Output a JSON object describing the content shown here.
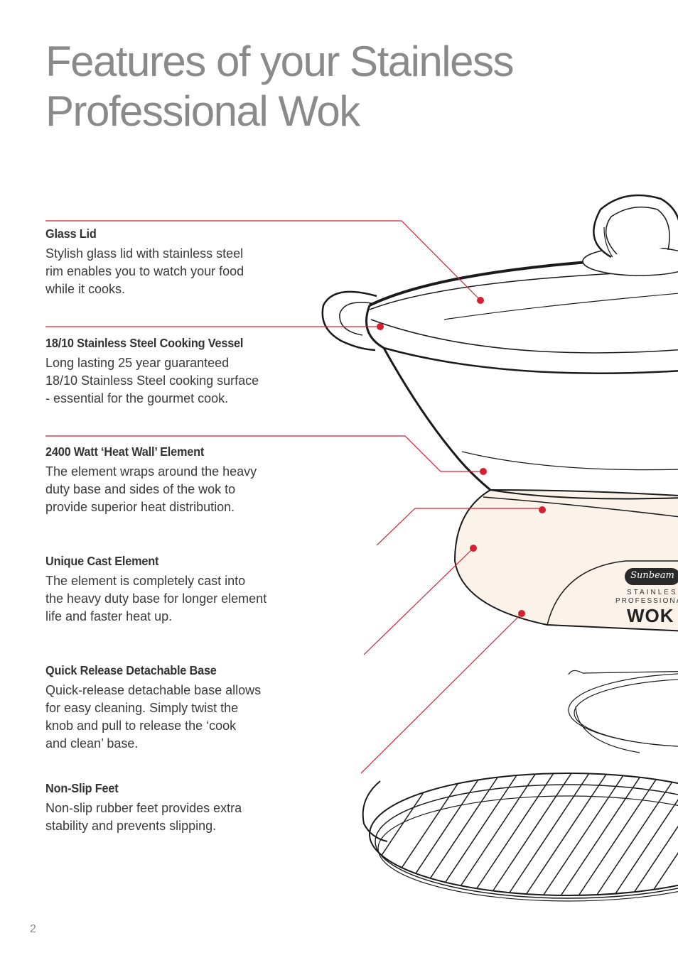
{
  "page": {
    "title": "Features of your Stainless Professional Wok",
    "page_number": "2"
  },
  "features": [
    {
      "heading": "Glass Lid",
      "text": "Stylish glass lid with stainless steel\nrim enables you to watch your food\nwhile it cooks."
    },
    {
      "heading": "18/10 Stainless Steel Cooking Vessel",
      "text": "Long lasting 25 year guaranteed\n18/10 Stainless Steel cooking surface\n- essential for the gourmet cook."
    },
    {
      "heading": "2400 Watt ‘Heat Wall’ Element",
      "text": "The element wraps around the heavy\nduty base and sides of the wok to\nprovide superior heat distribution."
    },
    {
      "heading": "Unique Cast Element",
      "text": "The element is completely cast into\nthe heavy duty base for longer element\nlife and faster heat up."
    },
    {
      "heading": "Quick Release Detachable Base",
      "text": "Quick-release detachable base allows\nfor easy cleaning. Simply twist the\nknob and pull to release the ‘cook\nand clean’ base."
    },
    {
      "heading": "Non-Slip Feet",
      "text": "Non-slip rubber feet provides extra\nstability and prevents slipping."
    }
  ],
  "product_badge": {
    "brand": "Sunbeam",
    "line1": "STAINLESS",
    "line2": "PROFESSIONAL",
    "line3": "WOK"
  },
  "colors": {
    "accent": "#d42031",
    "title": "#8a8a8a",
    "body_text": "#3a3a3a",
    "base_fill": "#fbf3ea"
  }
}
